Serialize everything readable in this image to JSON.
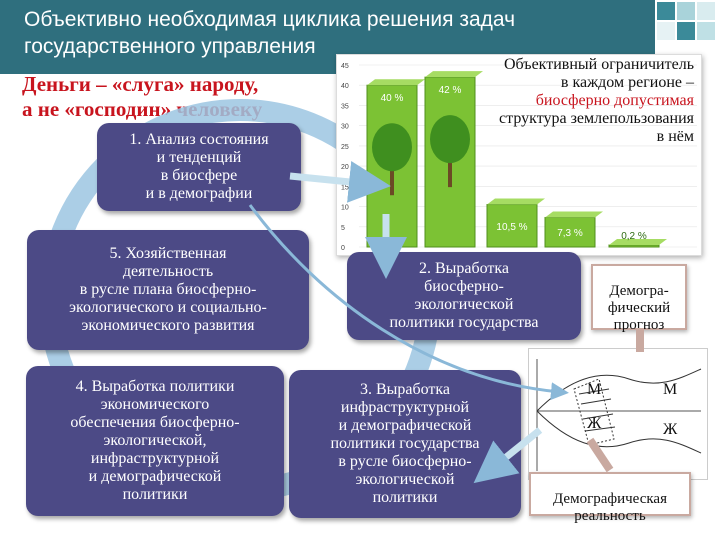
{
  "header": {
    "title": "Объективно необходимая циклика решения задач\nгосударственного управления",
    "subtitle": "Деньги – «слуга» народу,\nа не «господин» человеку"
  },
  "cycle": {
    "step1": "1. Анализ состояния\nи тенденций\nв биосфере\nи в демографии",
    "step2": "2. Выработка\nбиосферно-\nэкологической\nполитики государства",
    "step3": "3. Выработка\nинфраструктурной\nи демографической\nполитики государства\nв русле биосферно-\nэкологической\nполитики",
    "step4": "4. Выработка политики\nэкономического\nобеспечения биосферно-\nэкологической,\nинфраструктурной\nи демографической\nполитики",
    "step5": "5. Хозяйственная\nдеятельность\nв русле плана биосферно-\nэкологического и социально-\nэкономического развития"
  },
  "limiter": {
    "line1": "Объективный ограничитель",
    "line2": "в каждом регионе –",
    "line3": "биосферно допустимая",
    "line4": "структура землепользования",
    "line5": "в нём"
  },
  "callouts": {
    "forecast": "Демогра-\nфический\nпрогноз",
    "reality": "Демографическая\nреальность"
  },
  "plot_labels": {
    "m_left": "М",
    "m_right": "М",
    "f_left": "Ж",
    "f_right": "Ж"
  },
  "colors": {
    "title_bg": "#2f6f7e",
    "box_bg": "#4c4a86",
    "accent_red": "#c8141e",
    "bar_green": "#7cc234",
    "arrow": "#a9cfe0"
  },
  "chart_data": {
    "type": "bar",
    "categories": [
      "",
      "",
      "",
      "",
      ""
    ],
    "values": [
      40,
      42,
      10.5,
      7.3,
      0.2
    ],
    "data_labels": [
      "40 %",
      "42 %",
      "10,5 %",
      "7,3 %",
      "0,2 %"
    ],
    "y_ticks": [
      "0",
      "5",
      "10",
      "15",
      "20",
      "25",
      "30",
      "35",
      "40",
      "45"
    ],
    "ylim": [
      0,
      45
    ]
  }
}
